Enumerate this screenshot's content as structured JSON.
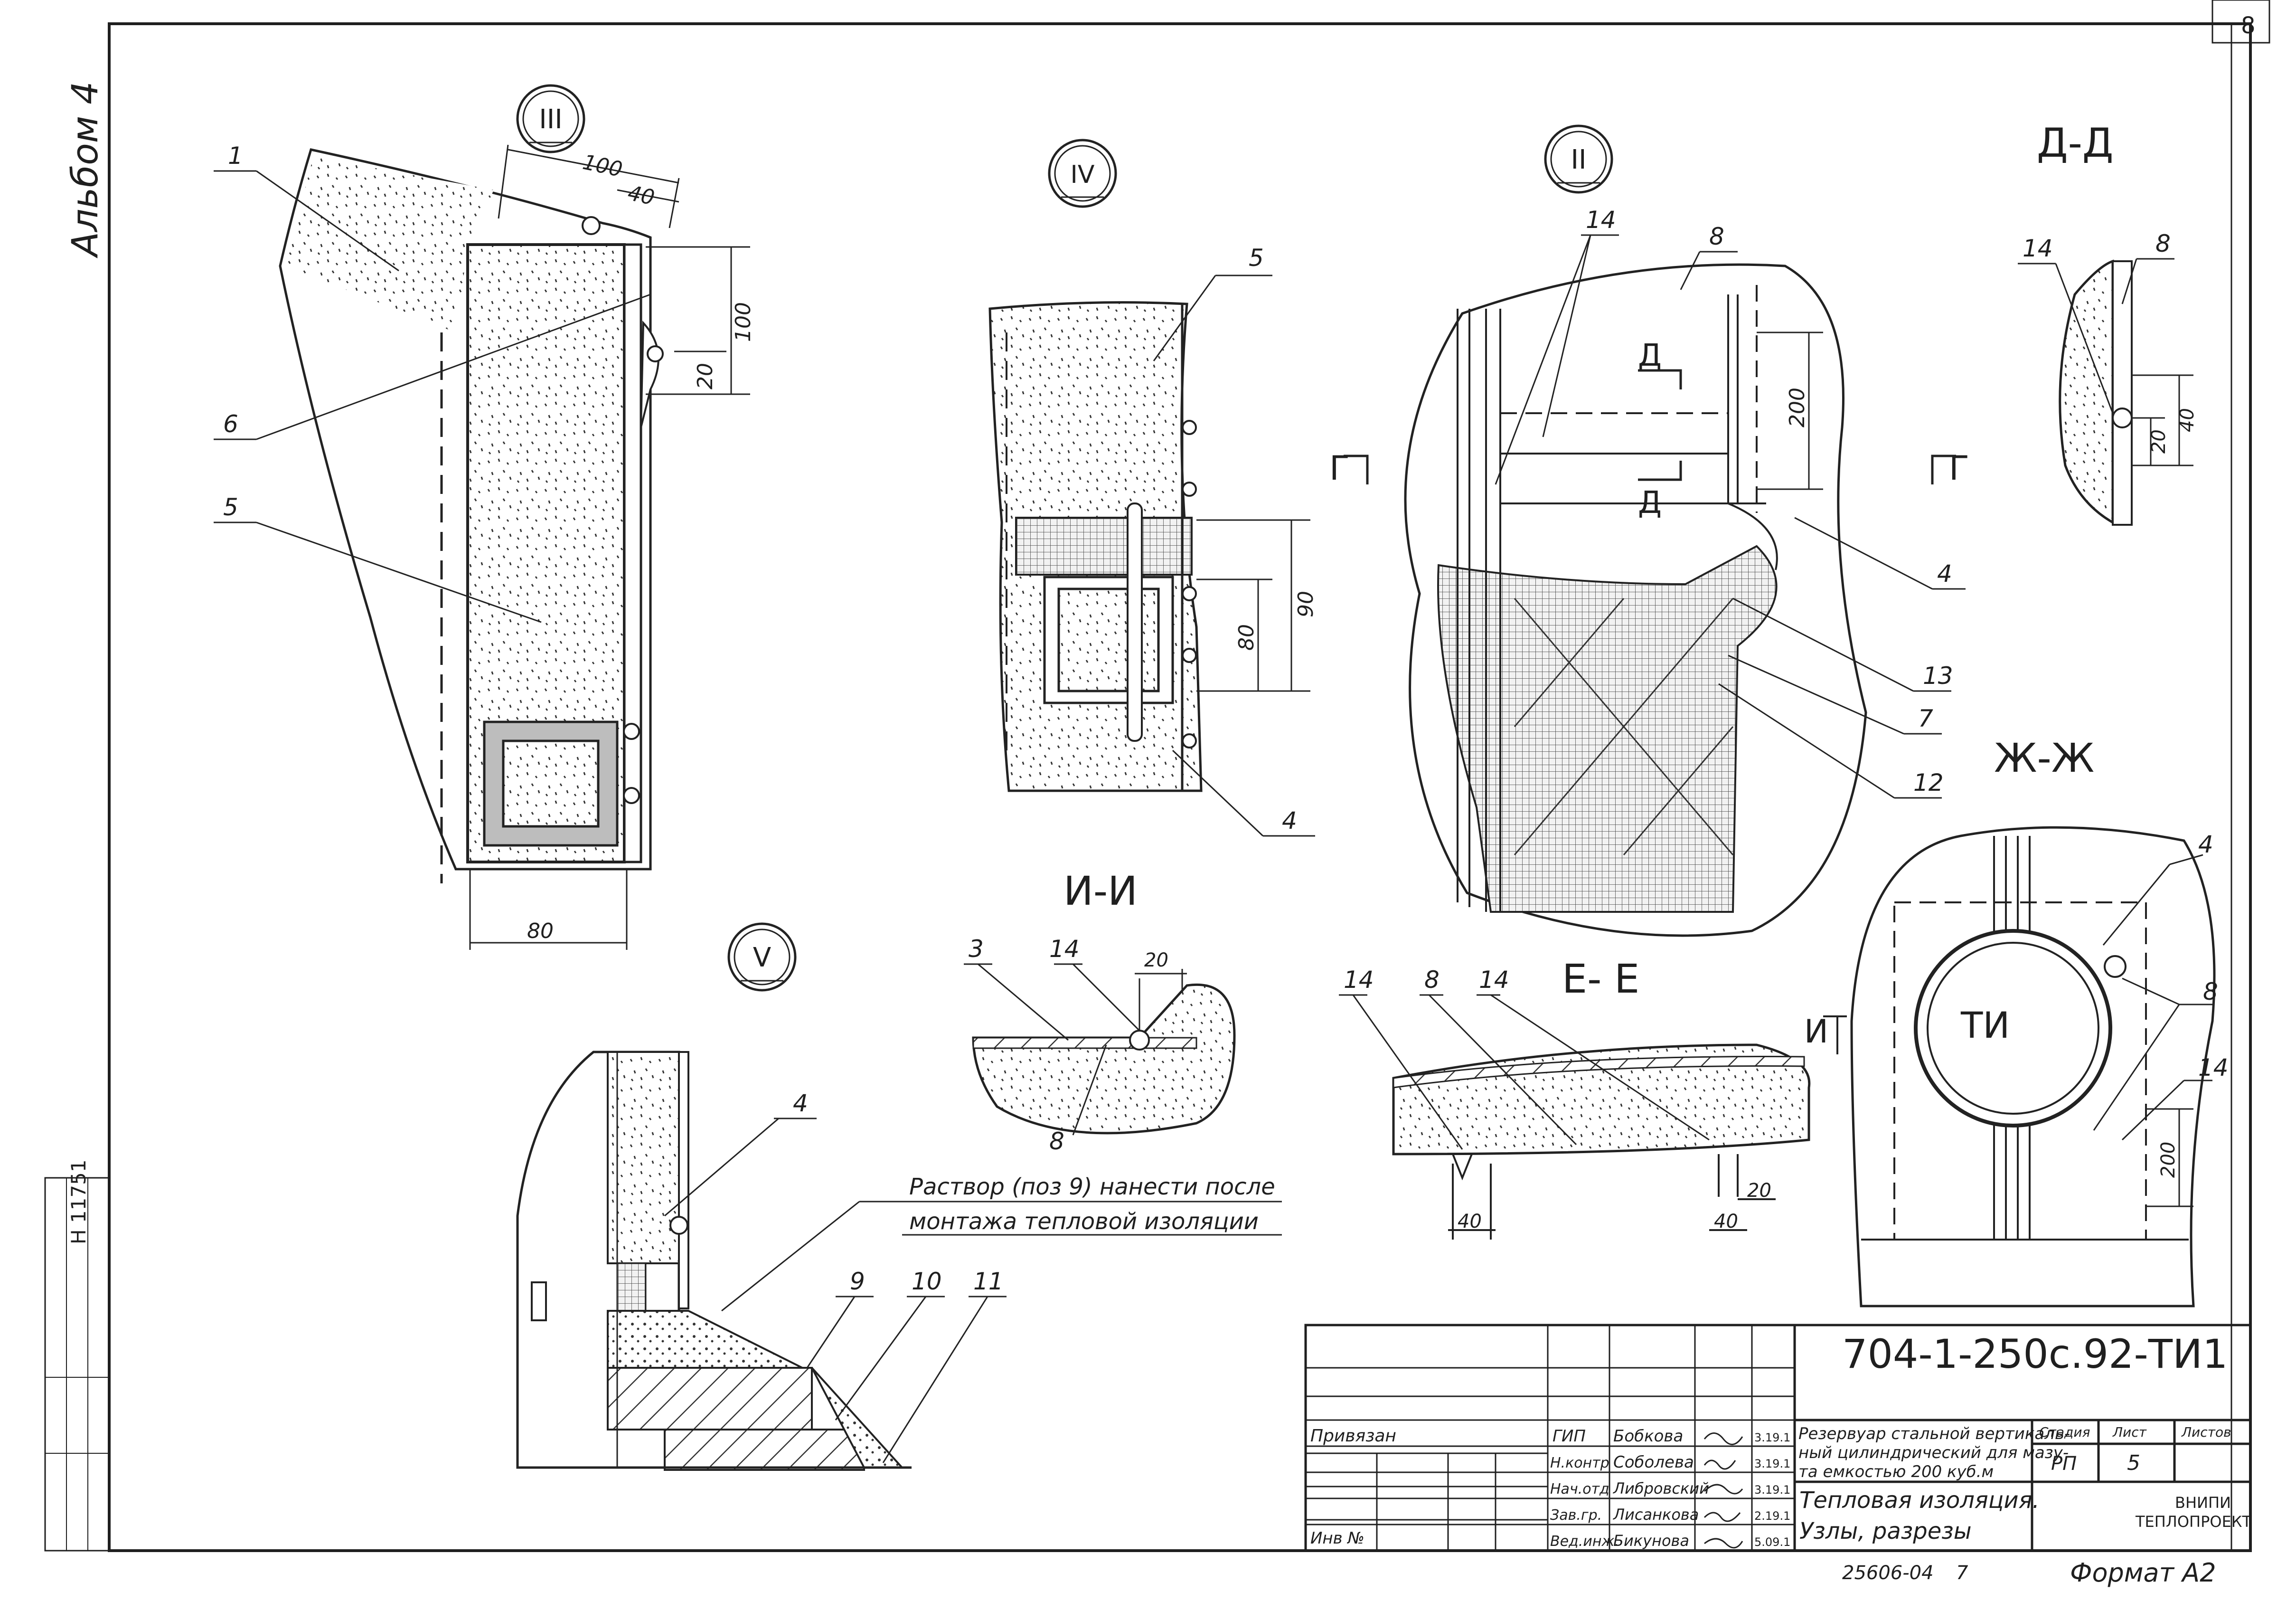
{
  "sheet": {
    "album_label": "Альбом 4",
    "side_stamp": "Н 11751",
    "corner_number": "8",
    "format_label": "Формат А2",
    "archive_number": "25606-04",
    "archive_suffix": "7"
  },
  "views": {
    "node3": {
      "marker": "III",
      "dims": [
        "100",
        "40",
        "100",
        "20",
        "80"
      ],
      "callouts": [
        "1",
        "6",
        "5"
      ]
    },
    "node4": {
      "marker": "IV",
      "dims": [
        "90",
        "80"
      ],
      "callouts": [
        "5",
        "4"
      ]
    },
    "node2": {
      "marker": "II",
      "dims": [
        "200"
      ],
      "callouts": [
        "14",
        "8",
        "4",
        "13",
        "7",
        "12"
      ],
      "section_marks": [
        "Г",
        "Г",
        "Д",
        "Д"
      ]
    },
    "section_dd": {
      "title": "Д-Д",
      "dims": [
        "40",
        "20"
      ],
      "callouts": [
        "14",
        "8"
      ]
    },
    "section_zhzh": {
      "title": "Ж-Ж",
      "dims": [
        "200"
      ],
      "callouts": [
        "4",
        "8",
        "14"
      ],
      "labels": [
        "ТИ",
        "И"
      ]
    },
    "section_ee": {
      "title": "Е- Е",
      "dims": [
        "40",
        "40",
        "20"
      ],
      "callouts": [
        "14",
        "8",
        "14"
      ]
    },
    "section_ii": {
      "title": "И-И",
      "dims": [
        "20"
      ],
      "callouts": [
        "3",
        "14",
        "8"
      ]
    },
    "node5": {
      "marker": "V",
      "callouts": [
        "4",
        "9",
        "10",
        "11"
      ],
      "note_line1": "Раствор (поз 9) нанести после",
      "note_line2": "монтажа тепловой изоляции"
    }
  },
  "title_block": {
    "code": "704-1-250с.92-ТИ1",
    "privyazan": "Привязан",
    "inv_label": "Инв №",
    "roles": [
      "ГИП",
      "Н.контр",
      "Нач.отд",
      "Зав.гр.",
      "Вед.инж."
    ],
    "names": [
      "Бобкова",
      "Соболева",
      "Либровский",
      "Лисанкова",
      "Бикунова"
    ],
    "dates": [
      "3.19.1",
      "3.19.1",
      "3.19.1",
      "2.19.1",
      "5.09.1"
    ],
    "description_lines": [
      "Резервуар стальной вертикаль-",
      "ный цилиндрический для мазу-",
      "та емкостью 200 куб.м"
    ],
    "drawing_title_lines": [
      "Тепловая изоляция.",
      "Узлы, разрезы"
    ],
    "stage_header": "Стадия",
    "sheet_header": "Лист",
    "sheets_header": "Листов",
    "stage_value": "РП",
    "sheet_value": "5",
    "org_lines": [
      "ВНИПИ",
      "ТЕПЛОПРОЕКТ"
    ]
  }
}
